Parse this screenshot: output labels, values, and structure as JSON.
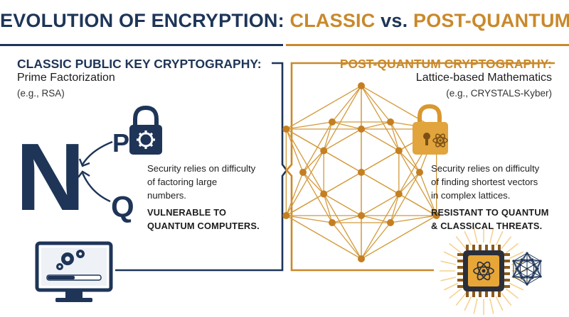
{
  "header": {
    "title_part1": "EVOLUTION OF ENCRYPTION: ",
    "title_part2": "CLASSIC",
    "title_part3": " vs. ",
    "title_part4": "POST-QUANTUM"
  },
  "left": {
    "heading": "CLASSIC PUBLIC KEY CRYPTOGRAPHY:",
    "subtitle": "Prime Factorization",
    "example": "(e.g., RSA)",
    "factor_n": "N",
    "factor_p": "P",
    "factor_q": "Q",
    "description": [
      "Security relies on difficulty",
      "of factoring large",
      "numbers."
    ],
    "verdict": [
      "VULNERABLE TO",
      "QUANTUM COMPUTERS."
    ],
    "icons": [
      "padlock-gear-icon",
      "computer-monitor-gears-icon"
    ]
  },
  "right": {
    "heading": "POST-QUANTUM CRYPTOGRAPHY:",
    "subtitle": "Lattice-based Mathematics",
    "example": "(e.g., CRYSTALS-Kyber)",
    "description": [
      "Security relies on difficulty",
      "of finding shortest vectors",
      "in complex lattices."
    ],
    "verdict": [
      "RESISTANT TO QUANTUM",
      "& CLASSICAL THREATS."
    ],
    "icons": [
      "padlock-atom-icon",
      "lattice-icon",
      "quantum-chip-icon",
      "small-lattice-icon"
    ]
  },
  "colors": {
    "navy": "#1e3558",
    "gold": "#c9892b",
    "gold_light": "#e6a93e"
  }
}
